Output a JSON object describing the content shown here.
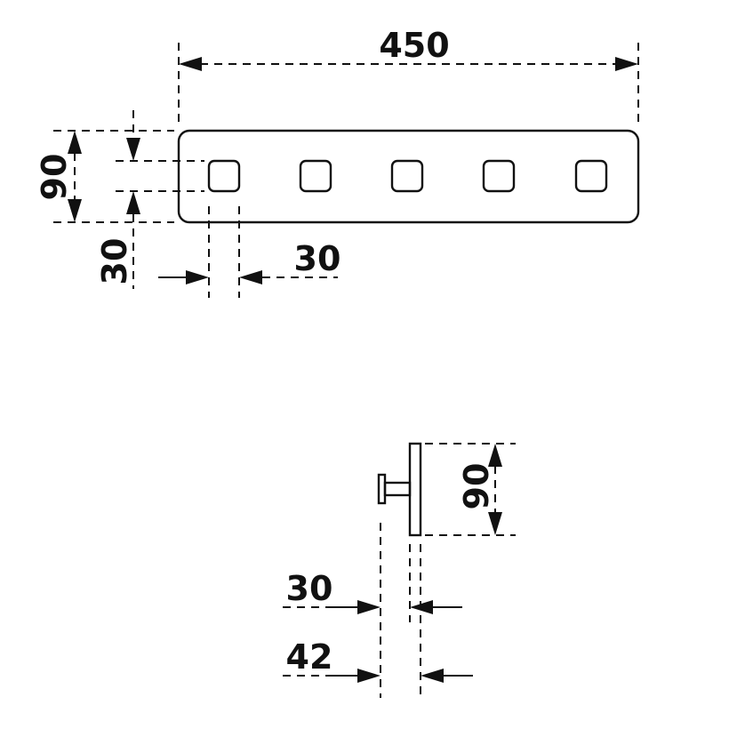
{
  "front_view": {
    "width_label": "450",
    "height_label": "90",
    "knob_offset_label": "30",
    "knob_width_label": "30",
    "knob_count": 5
  },
  "side_view": {
    "height_label": "90",
    "knob_depth_label": "30",
    "total_depth_label": "42"
  },
  "colors": {
    "line": "#111111",
    "background": "#ffffff"
  }
}
